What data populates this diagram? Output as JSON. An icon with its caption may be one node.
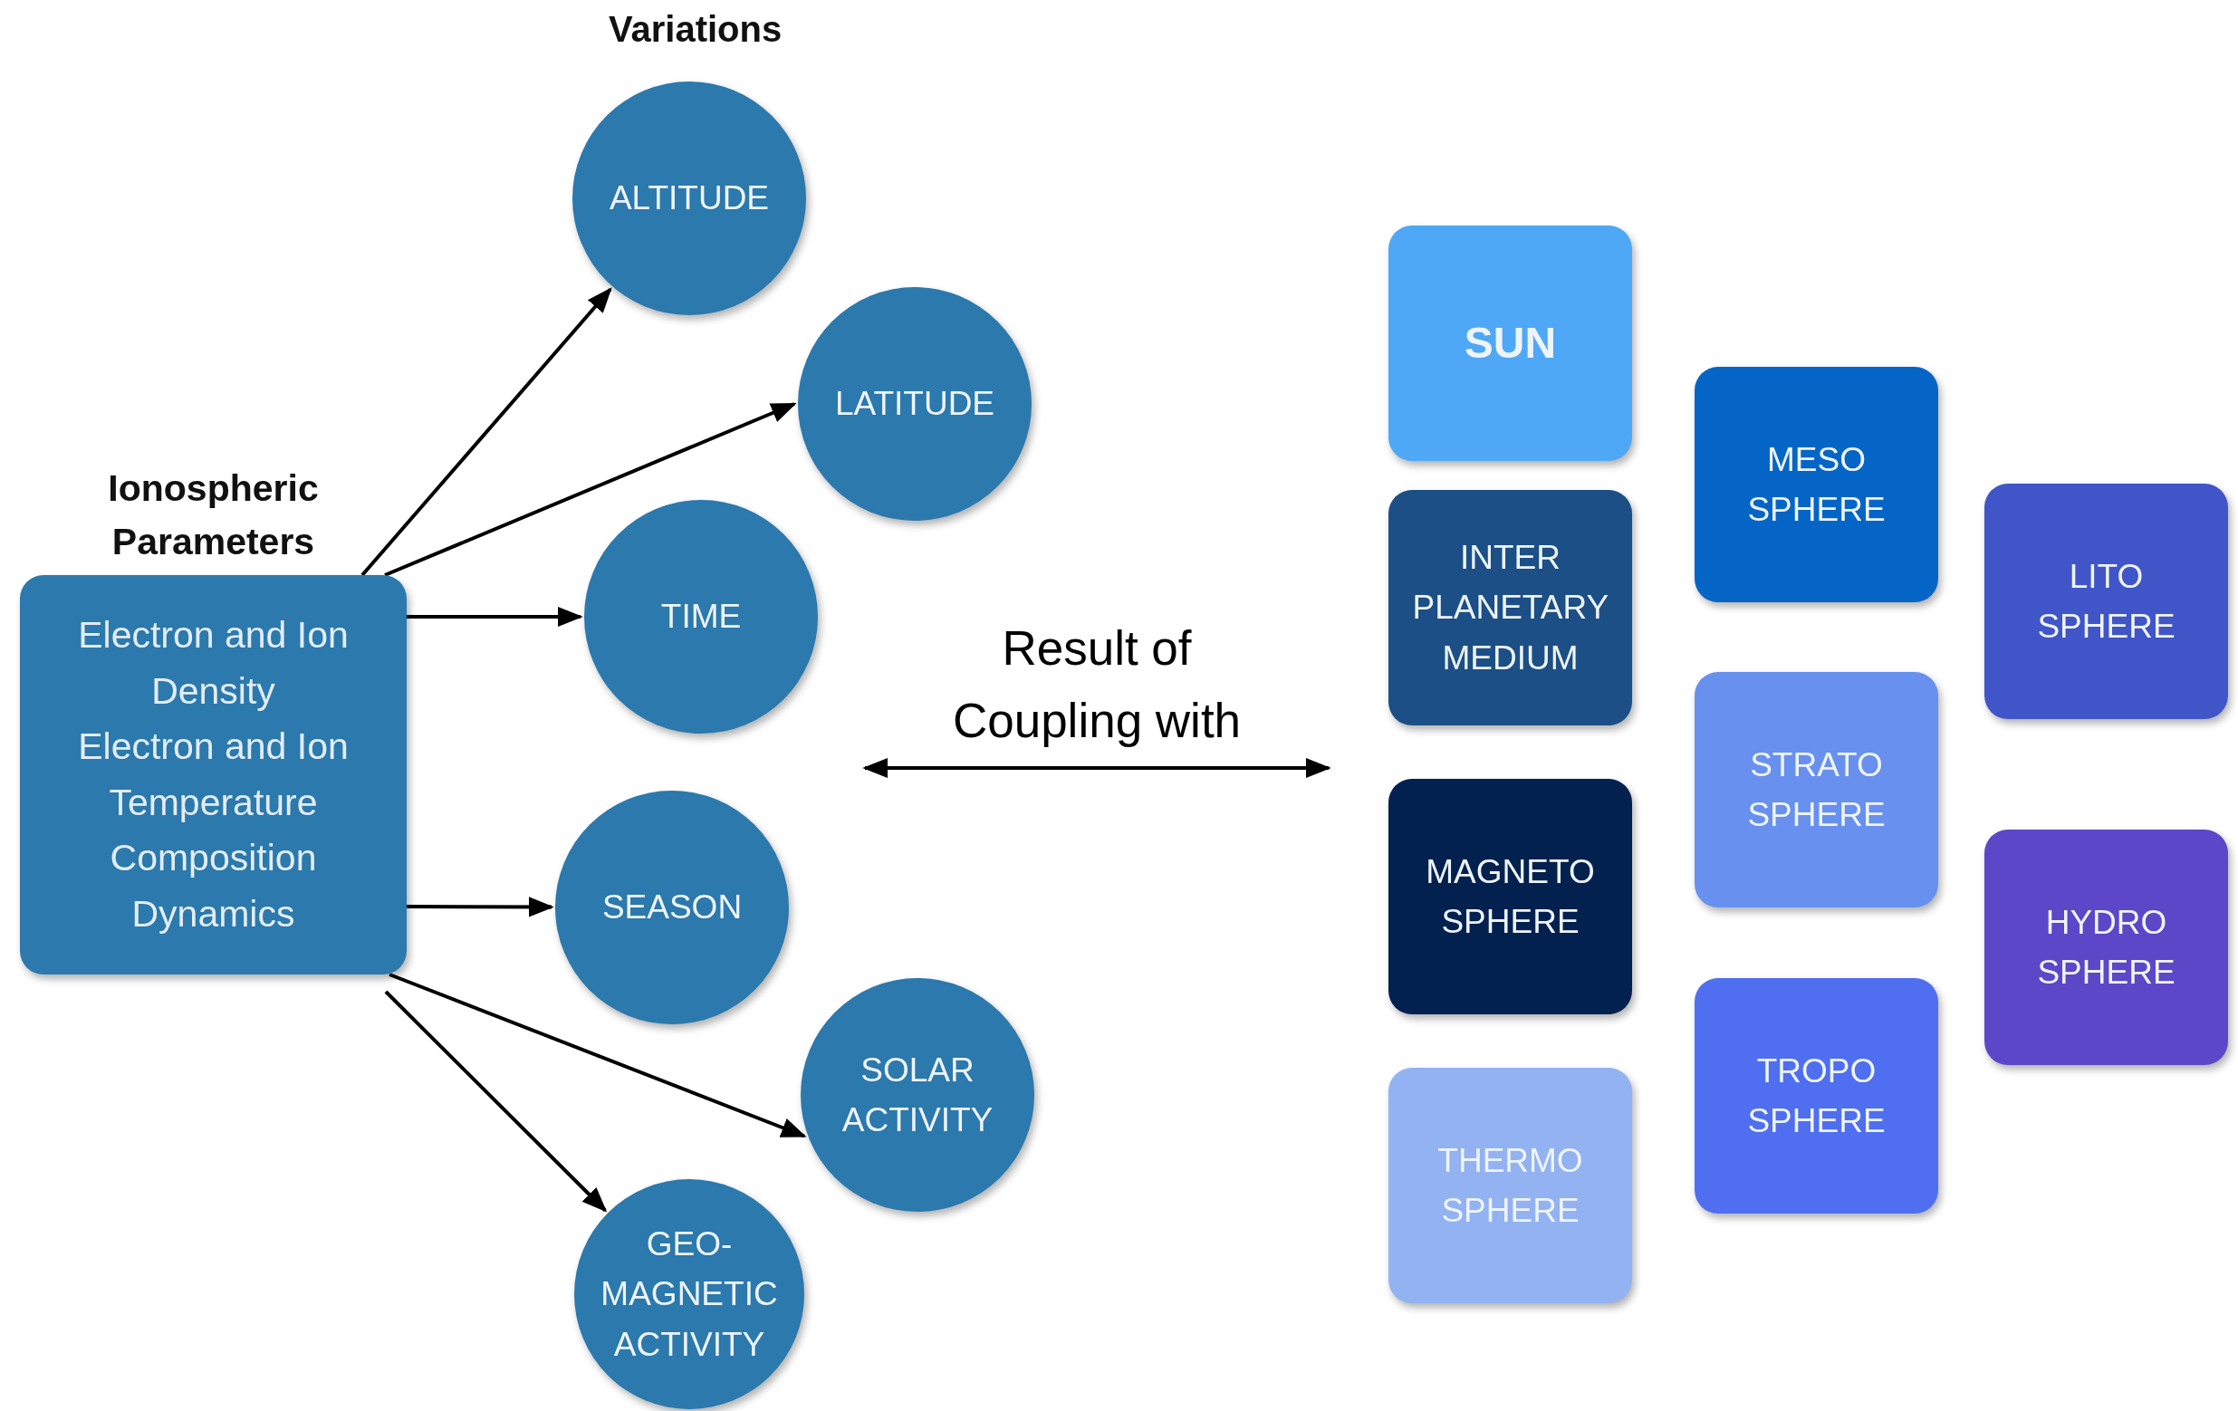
{
  "diagram": {
    "nodes": [
      {
        "text": [
          "Ionospheric Parameters",
          "Electron and Ion Density",
          "Electron and Ion Temperature",
          "Composition",
          "Dynamics"
        ]
      },
      {
        "text": [
          "ALTITUDE"
        ]
      },
      {
        "text": [
          "LATITUDE"
        ]
      },
      {
        "text": [
          "TIME"
        ]
      },
      {
        "text": [
          "SEASON"
        ]
      },
      {
        "text": [
          "SOLAR ACTIVITY"
        ]
      },
      {
        "text": [
          "GEO- MAGNETIC ACTIVITY"
        ]
      },
      {
        "text": [
          "SUN"
        ]
      },
      {
        "text": [
          "INTER PLANETARY MEDIUM"
        ]
      },
      {
        "text": [
          "MAGNETO SPHERE"
        ]
      },
      {
        "text": [
          "THERMO SPHERE"
        ]
      },
      {
        "text": [
          "MESO SPHERE"
        ]
      },
      {
        "text": [
          "STRATO SPHERE"
        ]
      },
      {
        "text": [
          "TROPO SPHERE"
        ]
      },
      {
        "text": [
          "LITO SPHERE"
        ]
      },
      {
        "text": [
          "HYDRO SPHERE"
        ]
      }
    ],
    "edges": [
      {
        "from": 0,
        "to": 1,
        "arrow": "to"
      },
      {
        "from": 0,
        "to": 2,
        "arrow": "to"
      },
      {
        "from": 0,
        "to": 3,
        "arrow": "to"
      },
      {
        "from": 0,
        "to": 4,
        "arrow": "to"
      },
      {
        "from": 0,
        "to": 5,
        "arrow": "to"
      },
      {
        "from": 0,
        "to": 6,
        "arrow": "to"
      }
    ],
    "labels": [
      "Variations",
      "Result of Coupling with"
    ]
  }
}
